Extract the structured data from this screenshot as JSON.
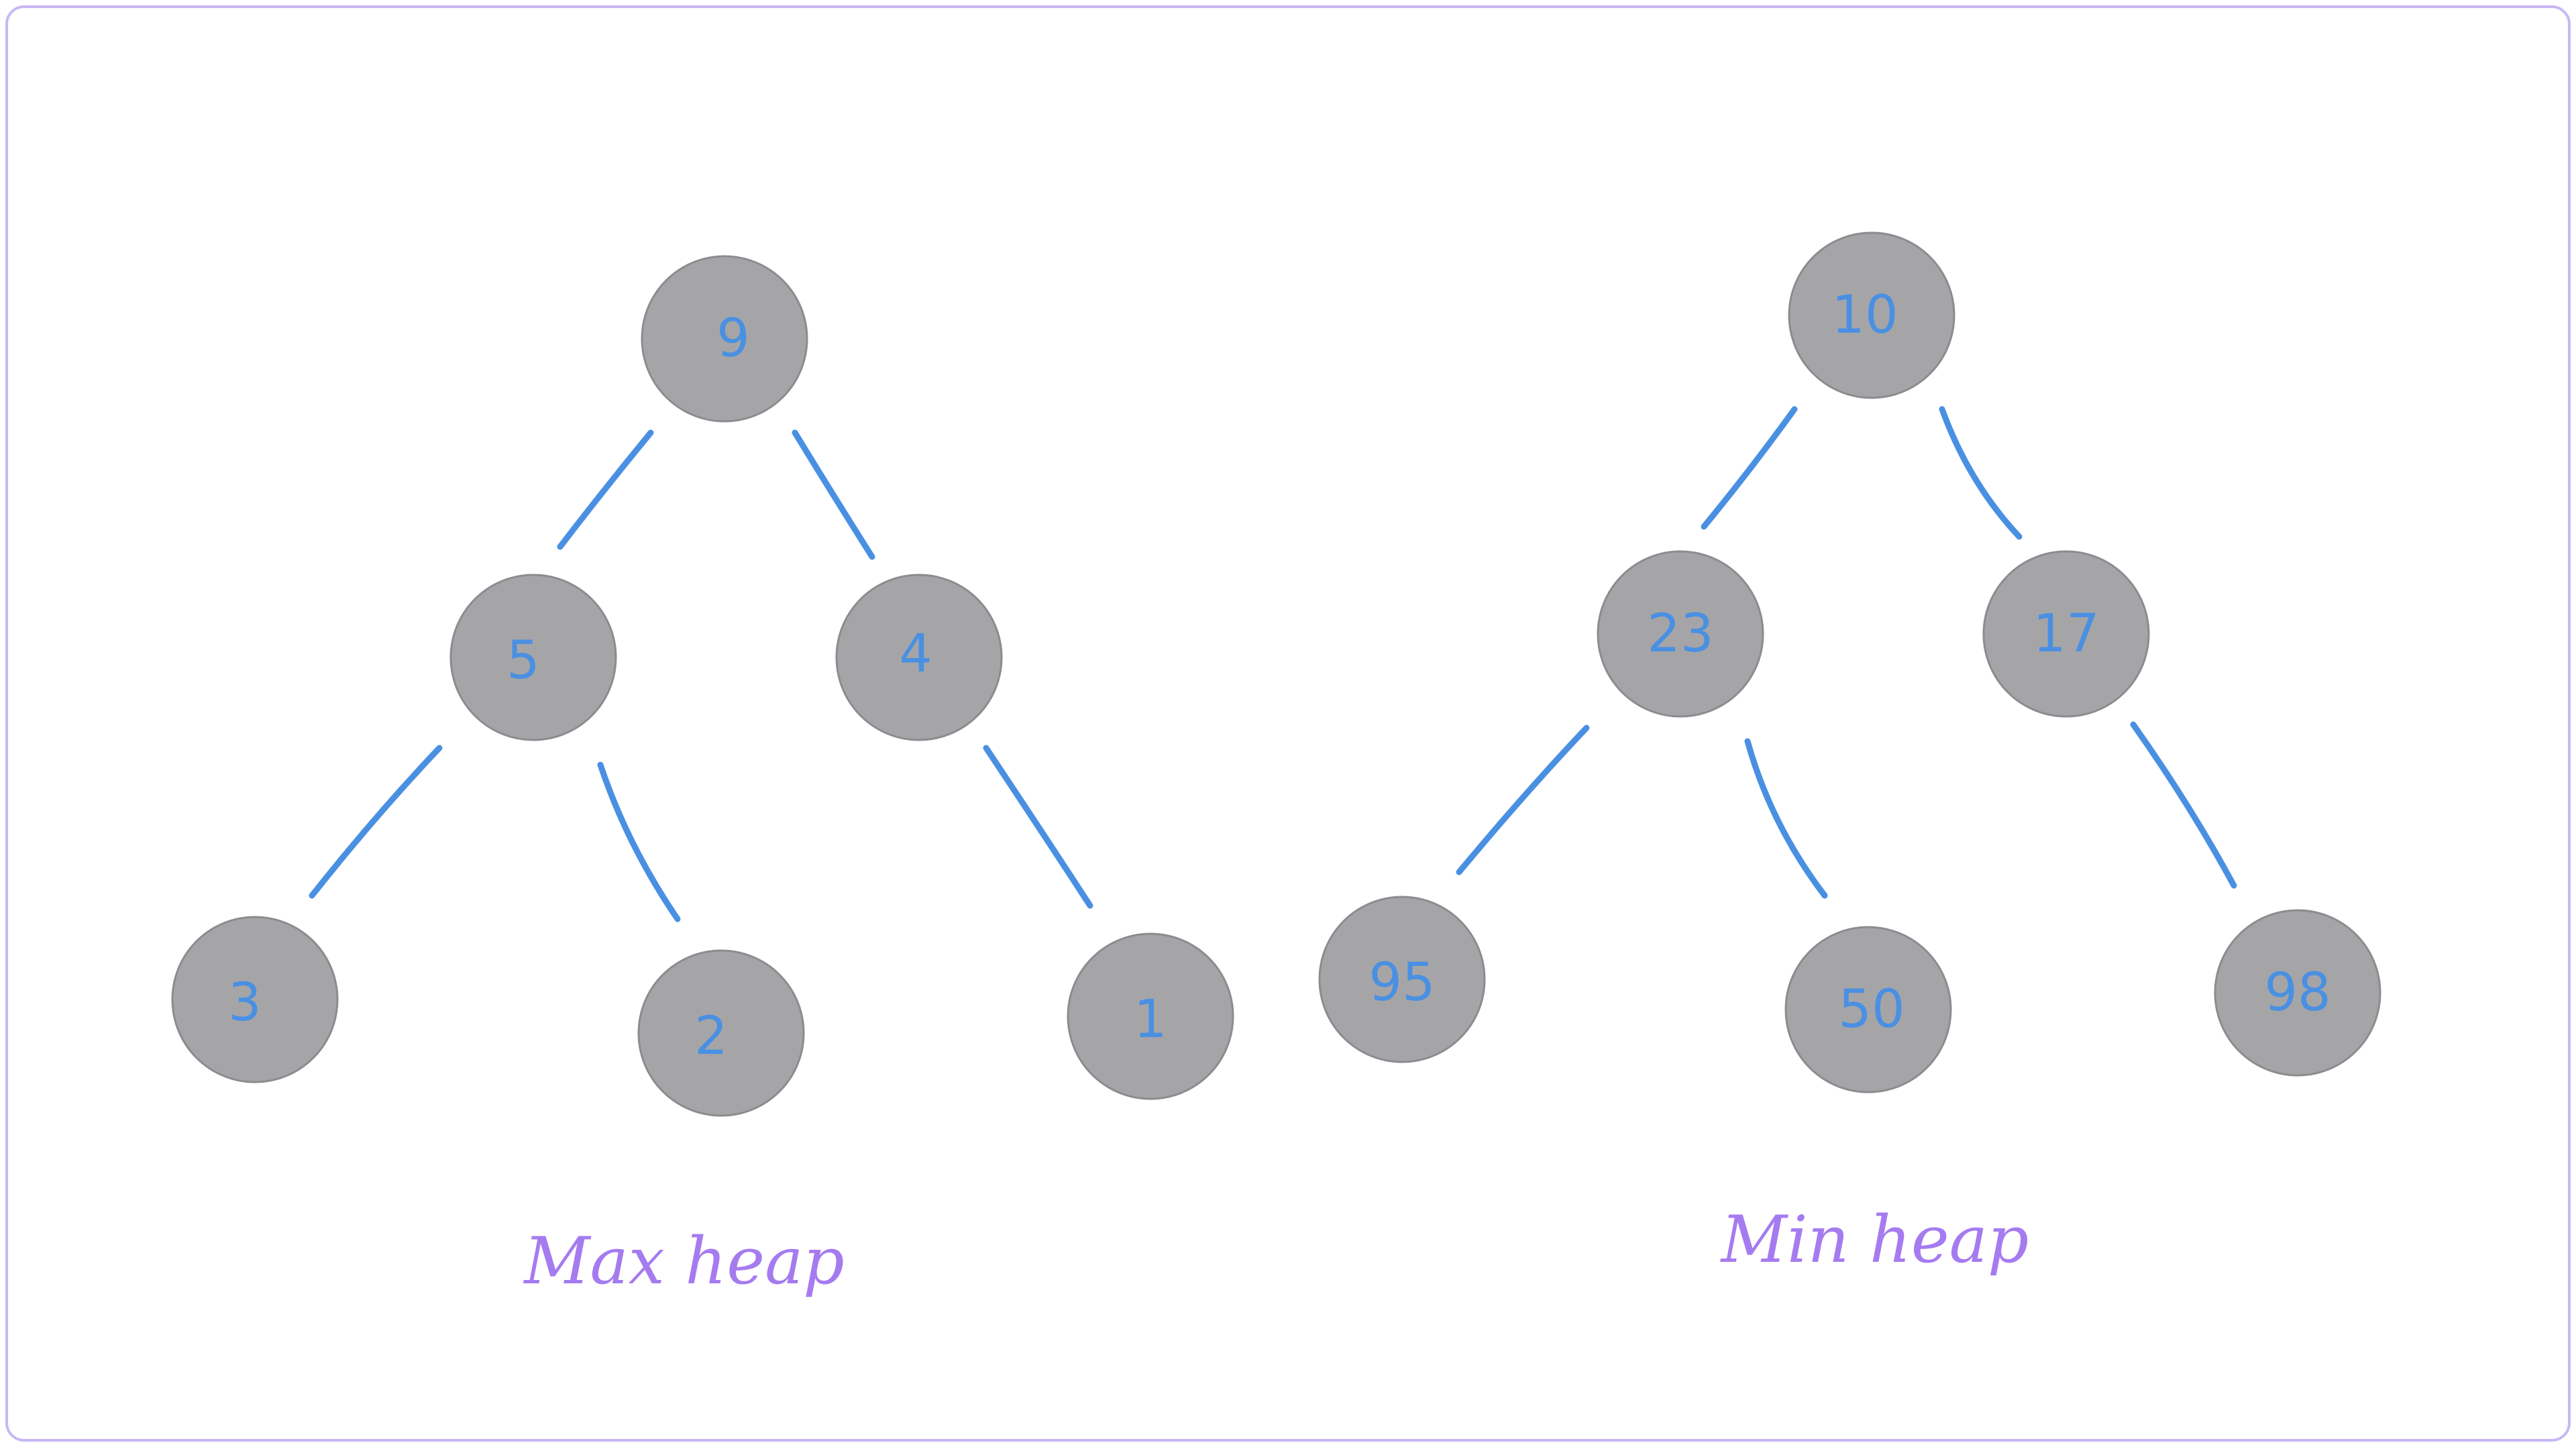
{
  "colors": {
    "frame": "#c8b7f3",
    "edge": "#4a90e2",
    "node_fill": "#a5a5a8",
    "node_label": "#4a90e2",
    "caption": "#a57bf0"
  },
  "diagrams": [
    {
      "caption": "Max heap",
      "nodes": [
        {
          "id": "a1",
          "label": "9"
        },
        {
          "id": "a2",
          "label": "5"
        },
        {
          "id": "a3",
          "label": "4"
        },
        {
          "id": "a4",
          "label": "3"
        },
        {
          "id": "a5",
          "label": "2"
        },
        {
          "id": "a6",
          "label": "1"
        }
      ],
      "edges": [
        {
          "from": "a1",
          "to": "a2"
        },
        {
          "from": "a1",
          "to": "a3"
        },
        {
          "from": "a2",
          "to": "a4"
        },
        {
          "from": "a2",
          "to": "a5"
        },
        {
          "from": "a3",
          "to": "a6"
        }
      ]
    },
    {
      "caption": "Min heap",
      "nodes": [
        {
          "id": "b1",
          "label": "10"
        },
        {
          "id": "b2",
          "label": "23"
        },
        {
          "id": "b3",
          "label": "17"
        },
        {
          "id": "b4",
          "label": "95"
        },
        {
          "id": "b5",
          "label": "50"
        },
        {
          "id": "b6",
          "label": "98"
        }
      ],
      "edges": [
        {
          "from": "b1",
          "to": "b2"
        },
        {
          "from": "b1",
          "to": "b3"
        },
        {
          "from": "b2",
          "to": "b4"
        },
        {
          "from": "b2",
          "to": "b5"
        },
        {
          "from": "b3",
          "to": "b6"
        }
      ]
    }
  ]
}
